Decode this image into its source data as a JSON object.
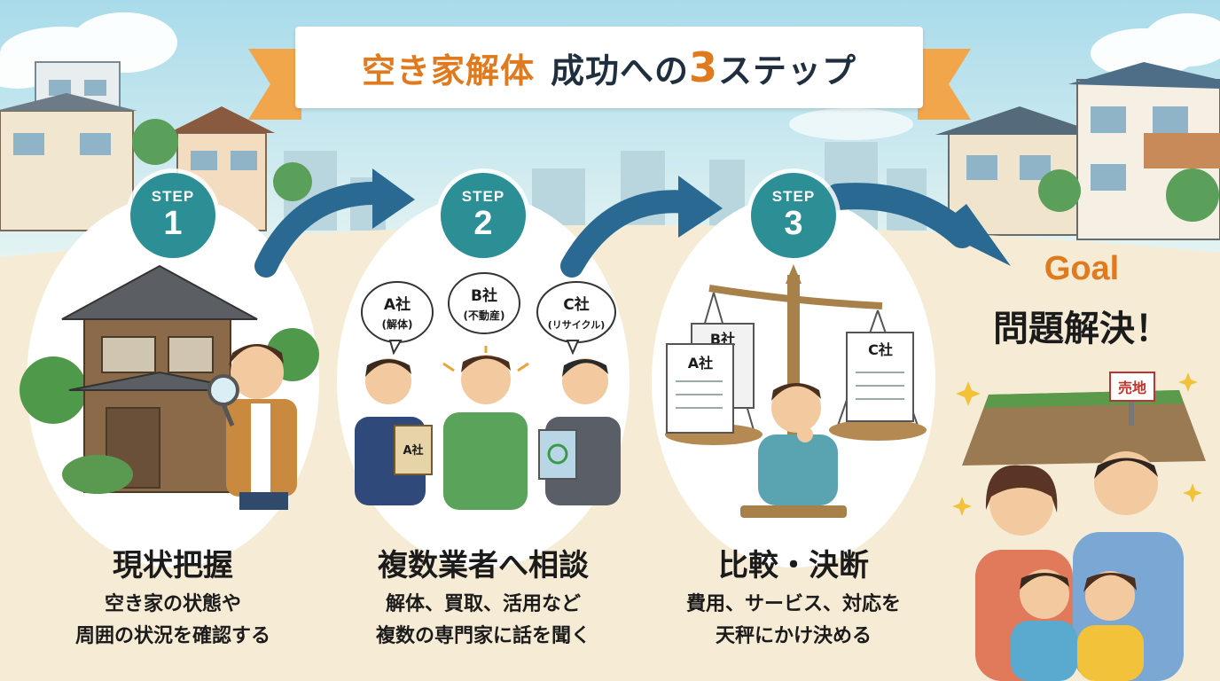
{
  "title": {
    "part1": "空き家解体",
    "part2": "成功への",
    "part3": "3",
    "part4": "ステップ"
  },
  "steps": [
    {
      "badge_label": "STEP",
      "number": "1",
      "title": "現状把握",
      "desc_line1": "空き家の状態や",
      "desc_line2": "周囲の状況を確認する"
    },
    {
      "badge_label": "STEP",
      "number": "2",
      "title": "複数業者へ相談",
      "desc_line1": "解体、買取、活用など",
      "desc_line2": "複数の専門家に話を聞く",
      "bubbles": [
        {
          "company": "A社",
          "role": "(解体)"
        },
        {
          "company": "B社",
          "role": "(不動産)"
        },
        {
          "company": "C社",
          "role": "(リサイクル)"
        }
      ],
      "clipboard_label": "A社"
    },
    {
      "badge_label": "STEP",
      "number": "3",
      "title": "比較・決断",
      "desc_line1": "費用、サービス、対応を",
      "desc_line2": "天秤にかけ決める",
      "doc_labels": [
        "A社",
        "B社",
        "C社"
      ]
    }
  ],
  "goal": {
    "label": "Goal",
    "title": "問題解決！",
    "sign": "売地"
  },
  "colors": {
    "accent_orange": "#e07a1f",
    "teal_badge": "#2b8f95",
    "arrow_blue": "#2a6a92",
    "sky": "#bfe3ee",
    "ground": "#f6ecd6"
  }
}
